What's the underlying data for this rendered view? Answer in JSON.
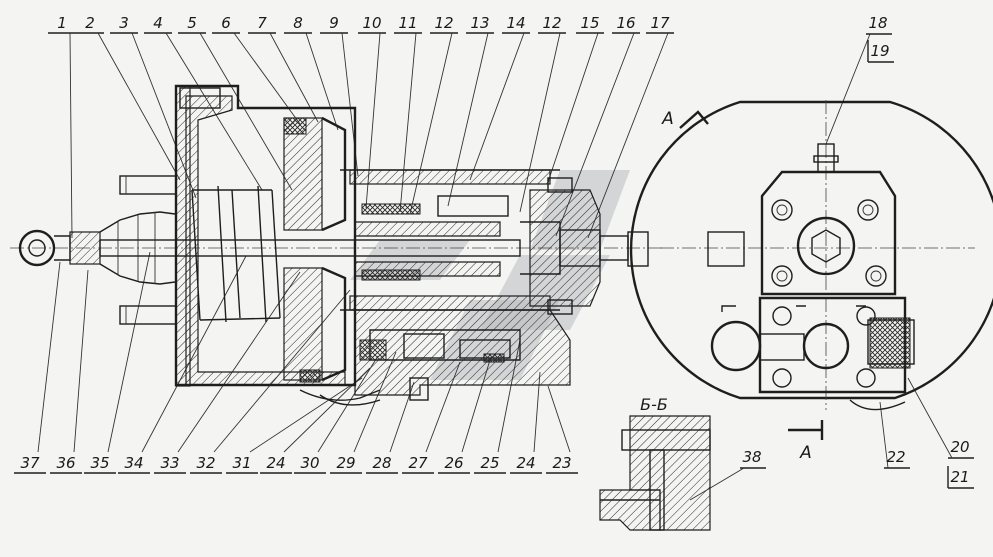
{
  "labels_top": [
    "1",
    "2",
    "3",
    "4",
    "5",
    "6",
    "7",
    "8",
    "9",
    "10",
    "11",
    "12",
    "13",
    "14",
    "12",
    "15",
    "16",
    "17"
  ],
  "labels_bottom": [
    "37",
    "36",
    "35",
    "34",
    "33",
    "32",
    "31",
    "24",
    "30",
    "29",
    "28",
    "27",
    "26",
    "25",
    "24",
    "23"
  ],
  "labels_right": [
    "18",
    "19",
    "20",
    "21",
    "22",
    "38"
  ],
  "section_view_a": "А",
  "section_view_a_bottom": "А",
  "section_bb": "Б-Б"
}
